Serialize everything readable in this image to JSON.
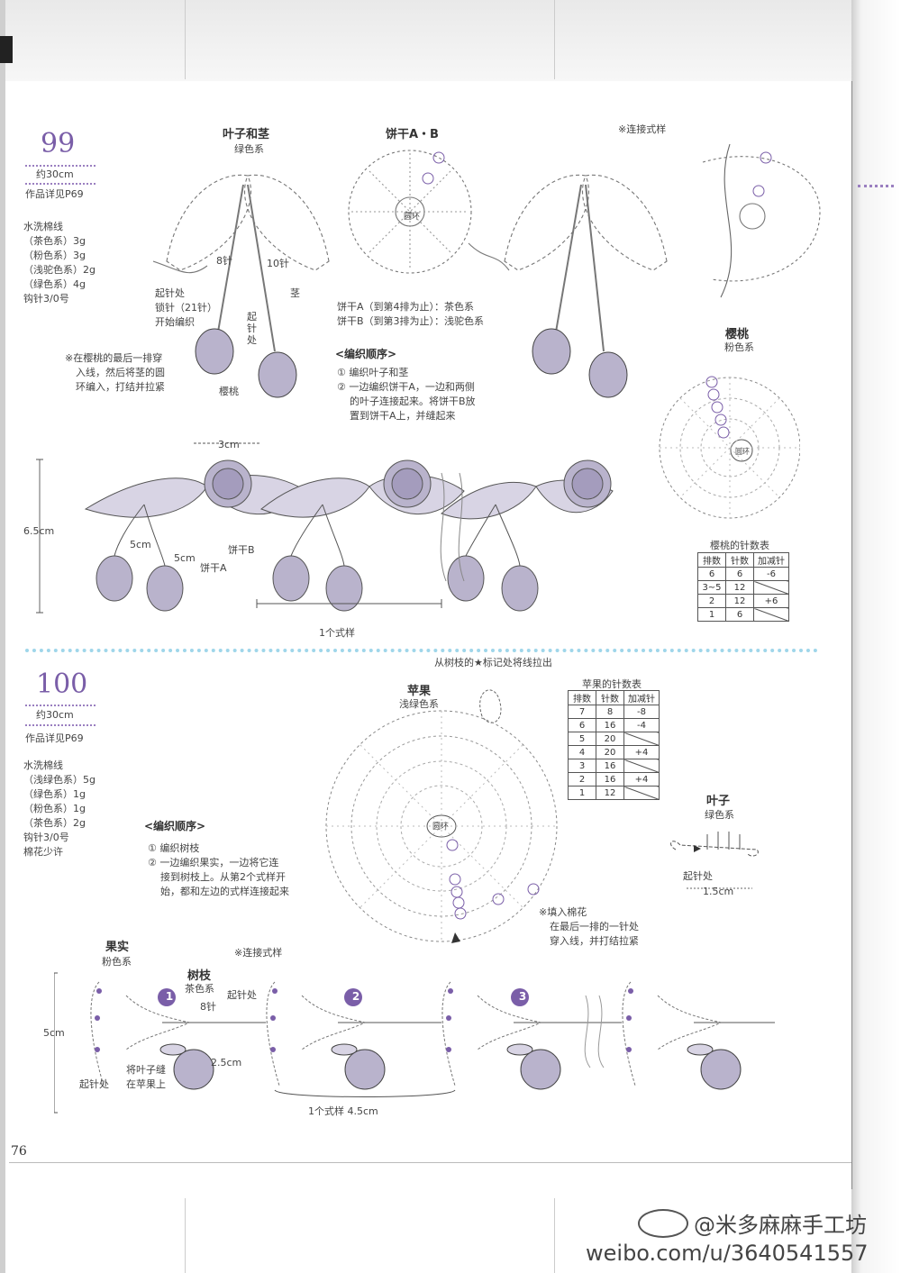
{
  "p99": {
    "number": "99",
    "size": "约30cm",
    "ref": "作品详见P69",
    "materials": [
      "水洗棉线",
      "（茶色系）3g",
      "（粉色系）3g",
      "（浅驼色系）2g",
      "（绿色系）4g",
      "钩针3/0号"
    ],
    "leaf_title": "叶子和茎",
    "leaf_sub": "绿色系",
    "biscuit_title": "饼干A・B",
    "connect_note": "※连接式样",
    "label_8": "8针",
    "label_10": "10针",
    "label_stem": "茎",
    "start_lines": [
      "起针处",
      "锁针（21针）",
      "开始编织"
    ],
    "start2": "起\n针\n处",
    "cherry": "樱桃",
    "note_lines": [
      "※在樱桃的最后一排穿",
      "入线，然后将茎的圆",
      "环编入，打结并拉紧"
    ],
    "biscuit_notes": [
      "饼干A（到第4排为止）：茶色系",
      "饼干B（到第3排为止）：浅驼色系"
    ],
    "order_title": "<编织顺序>",
    "order": [
      "① 编织叶子和茎",
      "② 一边编织饼干A，一边和两侧",
      "的叶子连接起来。将饼干B放",
      "置到饼干A上，并缝起来"
    ],
    "ring": "圆环",
    "cherry_title": "樱桃",
    "cherry_sub": "粉色系",
    "dim_3cm": "3cm",
    "dim_65": "6.5cm",
    "dim_5a": "5cm",
    "dim_5b": "5cm",
    "biscuit_b": "饼干B",
    "biscuit_a": "饼干A",
    "one_pattern": "1个式样",
    "table_title": "樱桃的针数表",
    "table_head": [
      "排数",
      "针数",
      "加减针"
    ],
    "table_rows": [
      [
        "6",
        "6",
        "-6"
      ],
      [
        "3~5",
        "12",
        ""
      ],
      [
        "2",
        "12",
        "+6"
      ],
      [
        "1",
        "6",
        ""
      ]
    ]
  },
  "p100": {
    "number": "100",
    "size": "约30cm",
    "ref": "作品详见P69",
    "materials": [
      "水洗棉线",
      "（浅绿色系）5g",
      "（绿色系）1g",
      "（粉色系）1g",
      "（茶色系）2g",
      "钩针3/0号",
      "棉花少许"
    ],
    "pull_note": "从树枝的★标记处将线拉出",
    "apple_title": "苹果",
    "apple_sub": "浅绿色系",
    "ring": "圆环",
    "order_title": "<编织顺序>",
    "order": [
      "① 编织树枝",
      "② 一边编织果实，一边将它连",
      "接到树枝上。从第2个式样开",
      "始，都和左边的式样连接起来"
    ],
    "table_title": "苹果的针数表",
    "table_head": [
      "排数",
      "针数",
      "加减针"
    ],
    "table_rows": [
      [
        "7",
        "8",
        "-8"
      ],
      [
        "6",
        "16",
        "-4"
      ],
      [
        "5",
        "20",
        ""
      ],
      [
        "4",
        "20",
        "+4"
      ],
      [
        "3",
        "16",
        ""
      ],
      [
        "2",
        "16",
        "+4"
      ],
      [
        "1",
        "12",
        ""
      ]
    ],
    "leaf_title": "叶子",
    "leaf_sub": "绿色系",
    "leaf_start": "起针处",
    "dim_15": "1.5cm",
    "cotton_lines": [
      "※填入棉花",
      "在最后一排的一针处",
      "穿入线，并打结拉紧"
    ],
    "fruit_title": "果实",
    "fruit_sub": "粉色系",
    "branch_title": "树枝",
    "branch_sub": "茶色系",
    "connect_note": "※连接式样",
    "start": "起针处",
    "label_8": "8针",
    "dim_5": "5cm",
    "dim_25": "2.5cm",
    "start_bottom": "起针处",
    "sew_lines": [
      "将叶子缝",
      "在苹果上"
    ],
    "pattern_len": "1个式样 4.5cm",
    "circles": [
      "1",
      "2",
      "3"
    ]
  },
  "page_number": "76",
  "watermark": {
    "handle": "@米多麻麻手工坊",
    "url": "weibo.com/u/3640541557"
  },
  "colors": {
    "accent": "#7a5ea8",
    "fill": "#b9b3cc",
    "separator": "#9fd6ea"
  }
}
